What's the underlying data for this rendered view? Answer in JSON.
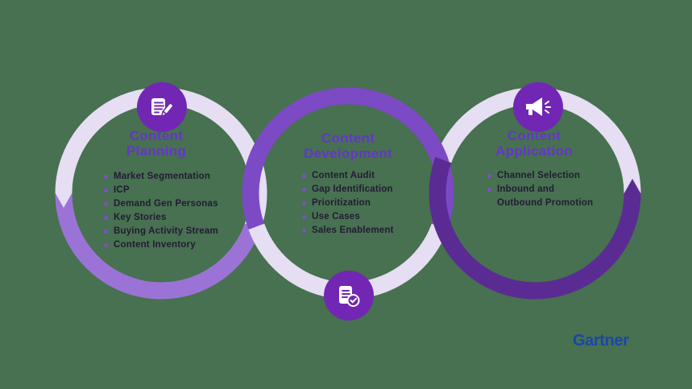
{
  "background_color": "#477150",
  "colors": {
    "lavender": "#E6DEF3",
    "ring1_bottom_purple": "#9B73D6",
    "ring2_top_purple": "#7B4AC4",
    "ring3_bottom_purple": "#5B2B94",
    "icon_badge_purple": "#7127B4",
    "title_purple": "#6535CB",
    "bullet_dot_purple": "#7E4FC8",
    "item_text": "#241A35",
    "logo_blue": "#1B46A8"
  },
  "circles": [
    {
      "title": "Content Planning",
      "icon": "notes-pencil-icon",
      "items": [
        "Market Segmentation",
        "ICP",
        "Demand Gen Personas",
        "Key Stories",
        "Buying Activity Stream",
        "Content Inventory"
      ]
    },
    {
      "title": "Content Development",
      "icon": "document-check-icon",
      "items": [
        "Content Audit",
        "Gap Identification",
        "Prioritization",
        "Use Cases",
        "Sales Enablement"
      ]
    },
    {
      "title": "Content Application",
      "icon": "megaphone-icon",
      "items": [
        "Channel Selection",
        "Inbound and Outbound Promotion"
      ]
    }
  ],
  "logo": {
    "text": "Gartner"
  }
}
